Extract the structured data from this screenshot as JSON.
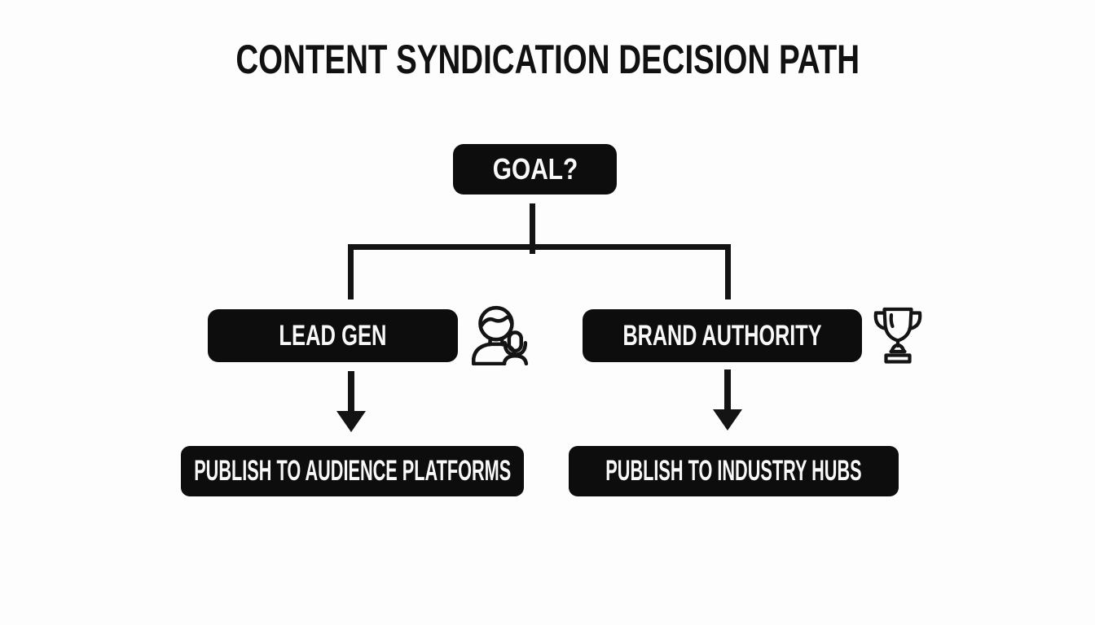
{
  "title": "CONTENT SYNDICATION DECISION PATH",
  "flowchart": {
    "root": {
      "label": "GOAL?"
    },
    "branches": [
      {
        "label": "LEAD GEN",
        "icon": "person-with-microphone-icon",
        "outcome": "PUBLISH TO AUDIENCE PLATFORMS"
      },
      {
        "label": "BRAND AUTHORITY",
        "icon": "trophy-icon",
        "outcome": "PUBLISH TO INDUSTRY HUBS"
      }
    ]
  },
  "colors": {
    "page_background": "#fdfdfd",
    "node_background": "#0d0d0d",
    "node_text": "#f8f8f8",
    "connector": "#141414",
    "title_text": "#111111"
  }
}
